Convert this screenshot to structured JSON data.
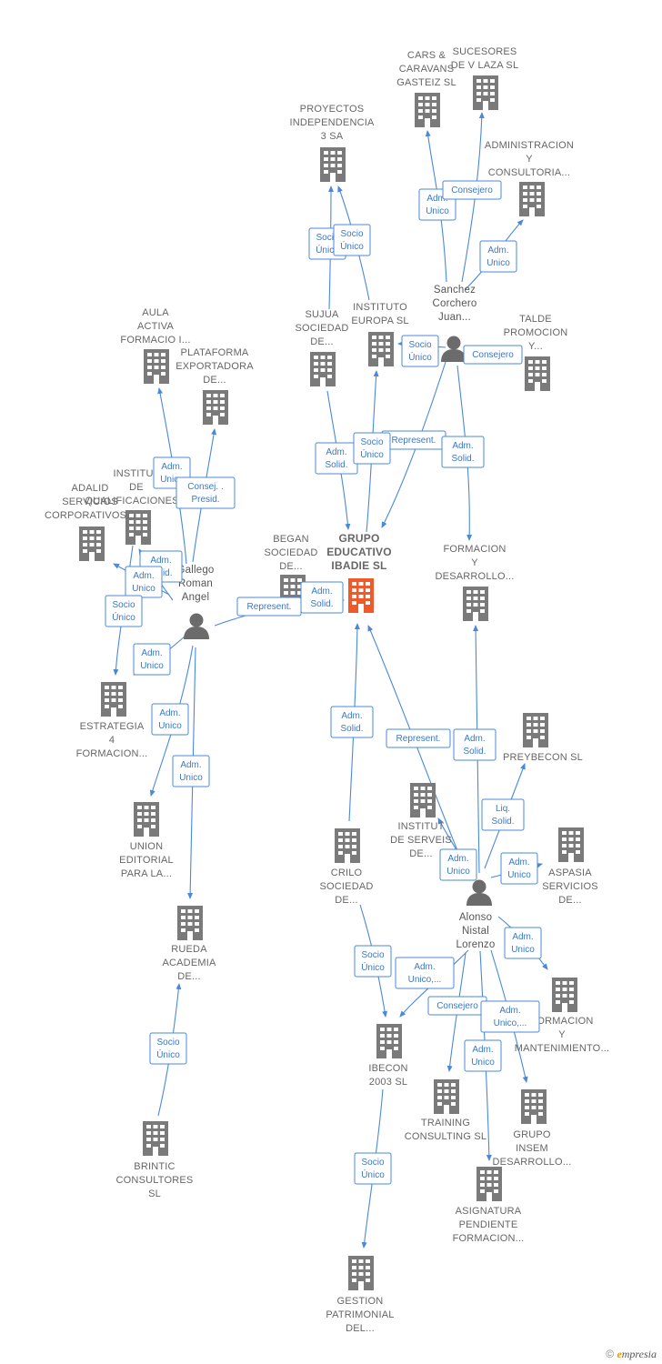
{
  "colors": {
    "edge": "#4a89d8",
    "company": "#7a7a7a",
    "main_company": "#f0592a",
    "person": "#6b6b6b"
  },
  "nodes": [
    {
      "id": "grupo",
      "type": "company",
      "main": true,
      "label": [
        "GRUPO",
        "EDUCATIVO",
        "IBADIE  SL"
      ]
    },
    {
      "id": "cars",
      "type": "company",
      "label": [
        "CARS &",
        "CARAVANS",
        "GASTEIZ SL"
      ]
    },
    {
      "id": "sucesores",
      "type": "company",
      "label": [
        "SUCESORES",
        "DE V LAZA  SL"
      ]
    },
    {
      "id": "proyectos",
      "type": "company",
      "label": [
        "PROYECTOS",
        "INDEPENDENCIA",
        "3 SA"
      ]
    },
    {
      "id": "administracion",
      "type": "company",
      "label": [
        "ADMINISTRACION",
        "Y",
        "CONSULTORIA..."
      ]
    },
    {
      "id": "sanchez",
      "type": "person",
      "label": [
        "Sanchez",
        "Corchero",
        "Juan..."
      ]
    },
    {
      "id": "talde",
      "type": "company",
      "label": [
        "TALDE",
        "PROMOCION",
        "Y..."
      ]
    },
    {
      "id": "instituto_europa",
      "type": "company",
      "label": [
        "INSTITUTO",
        "EUROPA  SL"
      ]
    },
    {
      "id": "sujua",
      "type": "company",
      "label": [
        "SUJUA",
        "SOCIEDAD",
        "DE..."
      ]
    },
    {
      "id": "aula",
      "type": "company",
      "label": [
        "AULA",
        "ACTIVA",
        "FORMACIO I..."
      ]
    },
    {
      "id": "plataforma",
      "type": "company",
      "label": [
        "PLATAFORMA",
        "EXPORTADORA",
        "DE..."
      ]
    },
    {
      "id": "institut_qual",
      "type": "company",
      "label": [
        "INSTITUT",
        "DE",
        "QUALIFICACIONES..."
      ]
    },
    {
      "id": "adalid",
      "type": "company",
      "label": [
        "ADALID",
        "SERVICIOS",
        "CORPORATIVOS..."
      ]
    },
    {
      "id": "gallego",
      "type": "person",
      "label": [
        "Gallego",
        "Roman",
        "Angel"
      ]
    },
    {
      "id": "began",
      "type": "company",
      "label": [
        "BEGAN",
        "SOCIEDAD",
        "DE..."
      ]
    },
    {
      "id": "formacion_desarrollo",
      "type": "company",
      "label": [
        "FORMACION",
        "Y",
        "DESARROLLO..."
      ]
    },
    {
      "id": "estrategia",
      "type": "company",
      "label": [
        "ESTRATEGIA",
        "4",
        "FORMACION..."
      ]
    },
    {
      "id": "union",
      "type": "company",
      "label": [
        "UNION",
        "EDITORIAL",
        "PARA LA..."
      ]
    },
    {
      "id": "rueda",
      "type": "company",
      "label": [
        "RUEDA",
        "ACADEMIA",
        "DE..."
      ]
    },
    {
      "id": "brintic",
      "type": "company",
      "label": [
        "BRINTIC",
        "CONSULTORES",
        "SL"
      ]
    },
    {
      "id": "preybecon",
      "type": "company",
      "label": [
        "PREYBECON SL"
      ]
    },
    {
      "id": "institut_serveis",
      "type": "company",
      "label": [
        "INSTITUT",
        "DE SERVEIS",
        "DE..."
      ]
    },
    {
      "id": "crilo",
      "type": "company",
      "label": [
        "CRILO",
        "SOCIEDAD",
        "DE..."
      ]
    },
    {
      "id": "aspasia",
      "type": "company",
      "label": [
        "ASPASIA",
        "SERVICIOS",
        "DE..."
      ]
    },
    {
      "id": "alonso",
      "type": "person",
      "label": [
        "Alonso",
        "Nistal",
        "Lorenzo"
      ]
    },
    {
      "id": "formacion_mant",
      "type": "company",
      "label": [
        "FORMACION",
        "Y",
        "MANTENIMIENTO..."
      ]
    },
    {
      "id": "ibecon",
      "type": "company",
      "label": [
        "IBECON",
        "2003 SL"
      ]
    },
    {
      "id": "training",
      "type": "company",
      "label": [
        "TRAINING",
        "CONSULTING SL"
      ]
    },
    {
      "id": "grupo_insem",
      "type": "company",
      "label": [
        "GRUPO",
        "INSEM",
        "DESARROLLO..."
      ]
    },
    {
      "id": "asignatura",
      "type": "company",
      "label": [
        "ASIGNATURA",
        "PENDIENTE",
        "FORMACION..."
      ]
    },
    {
      "id": "gestion",
      "type": "company",
      "label": [
        "GESTION",
        "PATRIMONIAL",
        "DEL..."
      ]
    }
  ],
  "edges": [
    {
      "from": "sanchez",
      "to": "cars",
      "label": [
        "Adm.",
        "Unico"
      ]
    },
    {
      "from": "sanchez",
      "to": "sucesores",
      "label": [
        "Consejero"
      ]
    },
    {
      "from": "sanchez",
      "to": "administracion",
      "label": [
        "Adm.",
        "Unico"
      ]
    },
    {
      "from": "sanchez",
      "to": "talde",
      "label": [
        "Consejero"
      ]
    },
    {
      "from": "sanchez",
      "to": "instituto_europa",
      "label": [
        "Socio",
        "Único"
      ]
    },
    {
      "from": "sanchez",
      "to": "grupo",
      "label": [
        "Represent."
      ]
    },
    {
      "from": "sanchez",
      "to": "formacion_desarrollo",
      "label": [
        "Adm.",
        "Solid."
      ]
    },
    {
      "from": "sujua",
      "to": "proyectos",
      "label": [
        "Socio",
        "Único"
      ]
    },
    {
      "from": "instituto_europa",
      "to": "proyectos",
      "label": [
        "Socio",
        "Único"
      ]
    },
    {
      "from": "sujua",
      "to": "grupo",
      "label": [
        "Adm.",
        "Solid."
      ]
    },
    {
      "from": "instituto_europa",
      "to": "grupo",
      "label": [
        "Socio",
        "Único"
      ]
    },
    {
      "from": "gallego",
      "to": "aula",
      "label": [
        "Adm.",
        "Unico"
      ]
    },
    {
      "from": "gallego",
      "to": "plataforma",
      "label": [
        "Consej. .",
        "Presid."
      ]
    },
    {
      "from": "gallego",
      "to": "institut_qual",
      "label": [
        "Adm.",
        "Solid."
      ]
    },
    {
      "from": "gallego",
      "to": "adalid",
      "label": [
        "Adm.",
        "Unico"
      ]
    },
    {
      "from": "gallego",
      "to": "estrategia",
      "label": [
        "Socio",
        "Único"
      ]
    },
    {
      "from": "gallego",
      "to": "estrategia",
      "label": [
        "Adm.",
        "Unico"
      ]
    },
    {
      "from": "gallego",
      "to": "union",
      "label": [
        "Adm.",
        "Unico"
      ]
    },
    {
      "from": "gallego",
      "to": "rueda",
      "label": [
        "Adm.",
        "Unico"
      ]
    },
    {
      "from": "gallego",
      "to": "grupo",
      "label": [
        "Represent."
      ]
    },
    {
      "from": "began",
      "to": "grupo",
      "label": [
        "Adm.",
        "Solid."
      ]
    },
    {
      "from": "brintic",
      "to": "rueda",
      "label": [
        "Socio",
        "Único"
      ]
    },
    {
      "from": "crilo",
      "to": "grupo",
      "label": [
        "Adm.",
        "Solid."
      ]
    },
    {
      "from": "alonso",
      "to": "grupo",
      "label": [
        "Represent."
      ]
    },
    {
      "from": "alonso",
      "to": "formacion_desarrollo",
      "label": [
        "Adm.",
        "Solid."
      ]
    },
    {
      "from": "alonso",
      "to": "preybecon",
      "label": [
        "Liq.",
        "Solid."
      ]
    },
    {
      "from": "alonso",
      "to": "institut_serveis",
      "label": [
        "Adm.",
        "Unico"
      ]
    },
    {
      "from": "alonso",
      "to": "aspasia",
      "label": [
        "Adm.",
        "Unico"
      ]
    },
    {
      "from": "alonso",
      "to": "formacion_mant",
      "label": [
        "Adm.",
        "Unico"
      ]
    },
    {
      "from": "alonso",
      "to": "ibecon",
      "label": [
        "Adm.",
        "Unico,..."
      ]
    },
    {
      "from": "alonso",
      "to": "training",
      "label": [
        "Consejero"
      ]
    },
    {
      "from": "alonso",
      "to": "grupo_insem",
      "label": [
        "Adm.",
        "Unico,..."
      ]
    },
    {
      "from": "alonso",
      "to": "asignatura",
      "label": [
        "Adm.",
        "Unico"
      ]
    },
    {
      "from": "crilo",
      "to": "ibecon",
      "label": [
        "Socio",
        "Único"
      ]
    },
    {
      "from": "ibecon",
      "to": "gestion",
      "label": [
        "Socio",
        "Único"
      ]
    }
  ],
  "copyright": {
    "symbol": "©",
    "brand_initial": "e",
    "brand_rest": "mpresia"
  }
}
